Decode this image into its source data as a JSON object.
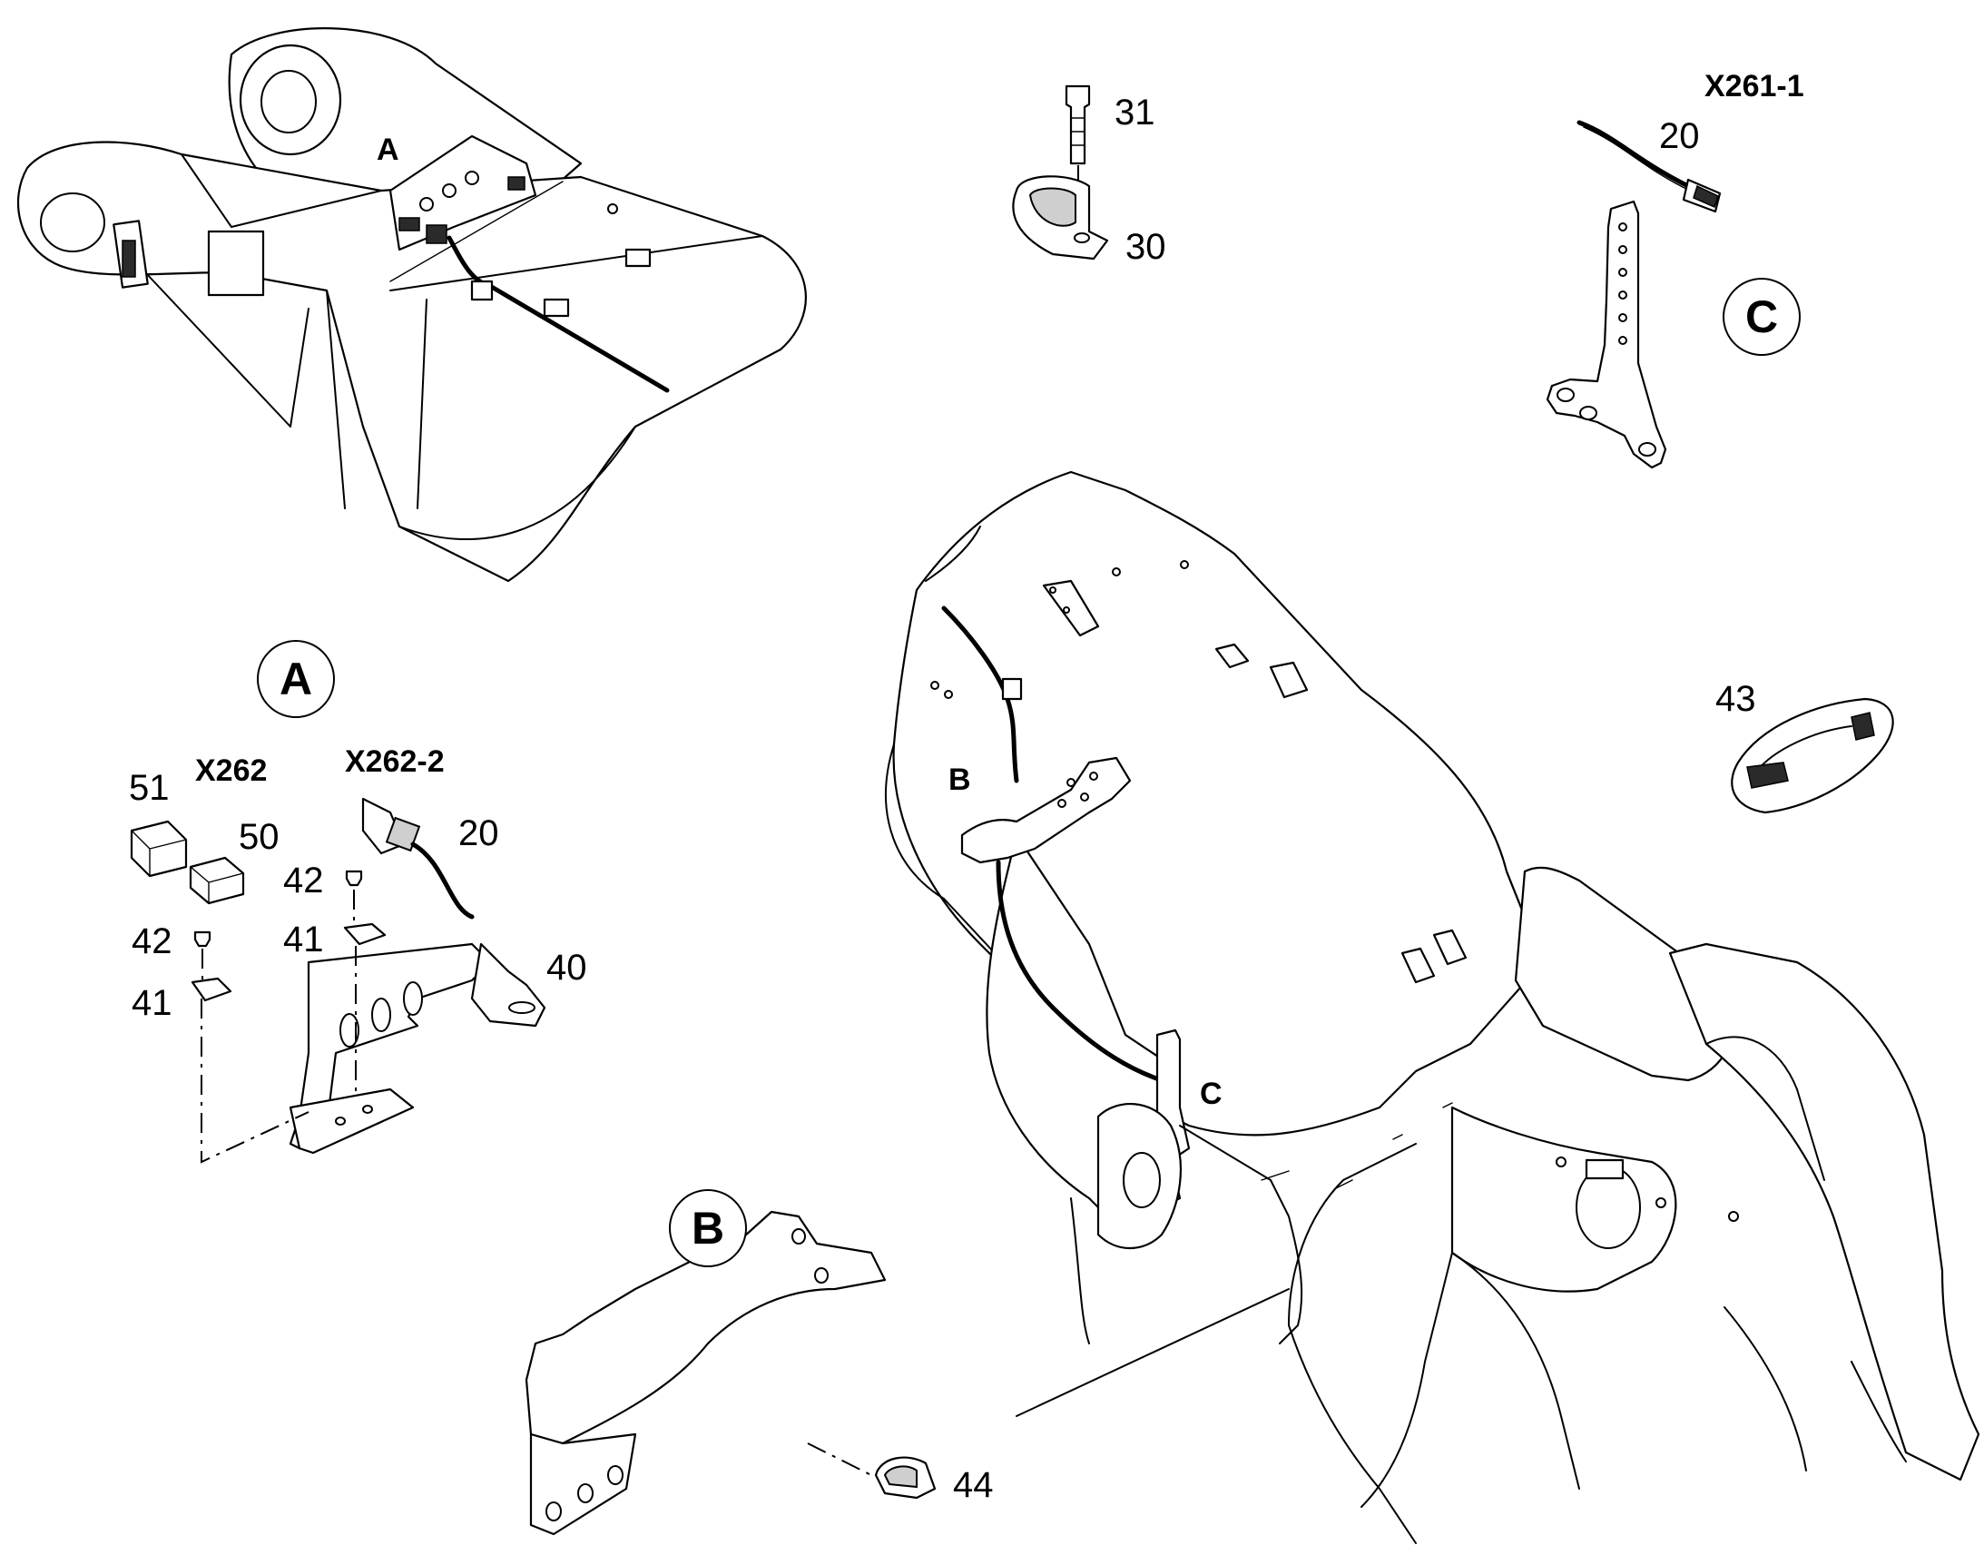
{
  "detail_views": {
    "a": "A",
    "b": "B",
    "c": "C"
  },
  "connectors": {
    "x262": "X262",
    "x262_2": "X262-2",
    "x261_1": "X261-1"
  },
  "callouts": {
    "overview_a": "A",
    "overview_b": "B",
    "overview_c": "C",
    "p31": "31",
    "p30": "30",
    "p20_top": "20",
    "p43": "43",
    "p51": "51",
    "p50": "50",
    "p20_a": "20",
    "p42_left": "42",
    "p42_right": "42",
    "p41_left": "41",
    "p41_right": "41",
    "p40": "40",
    "p44": "44"
  }
}
